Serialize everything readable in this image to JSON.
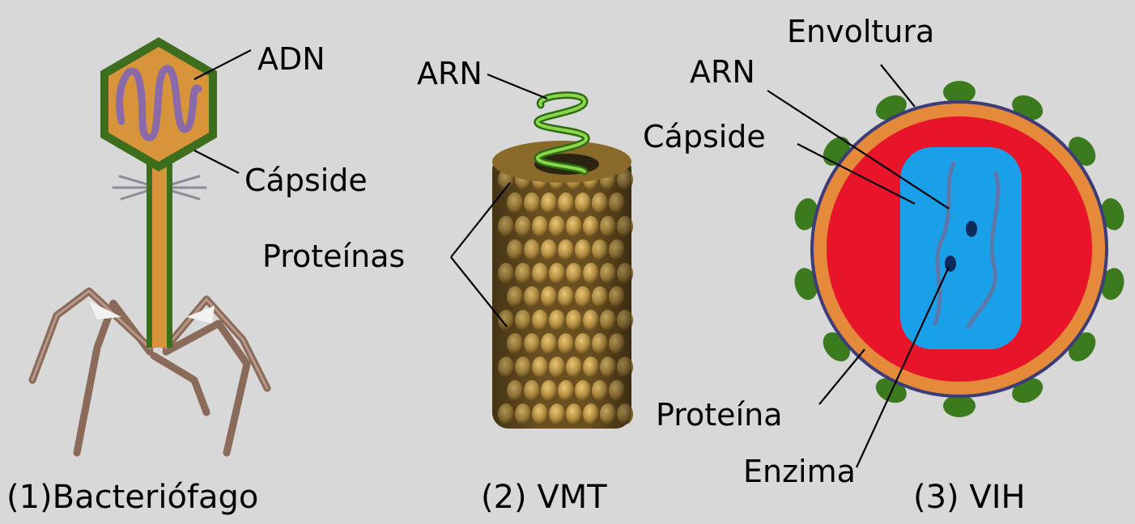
{
  "labels": {
    "adn": "ADN",
    "capside_1": "Cápside",
    "arn_2": "ARN",
    "proteinas": "Proteínas",
    "envoltura": "Envoltura",
    "arn_3": "ARN",
    "capside_3": "Cápside",
    "proteina": "Proteína",
    "enzima": "Enzima"
  },
  "captions": {
    "bacteriofago": "(1)Bacteriófago",
    "vmt": "(2) VMT",
    "vih": "(3) VIH"
  },
  "colors": {
    "background": "#d8d8d8",
    "phage_green": "#3c6e1e",
    "phage_orange": "#d8943a",
    "dna_purple": "#8a6aa8",
    "rna_green": "#6fc23a",
    "protein_gold": "#a88a3a",
    "hiv_red": "#e8142a",
    "hiv_blue": "#1aa0e8",
    "hiv_orange": "#e48a3a",
    "spike_green": "#3c7a1e"
  }
}
